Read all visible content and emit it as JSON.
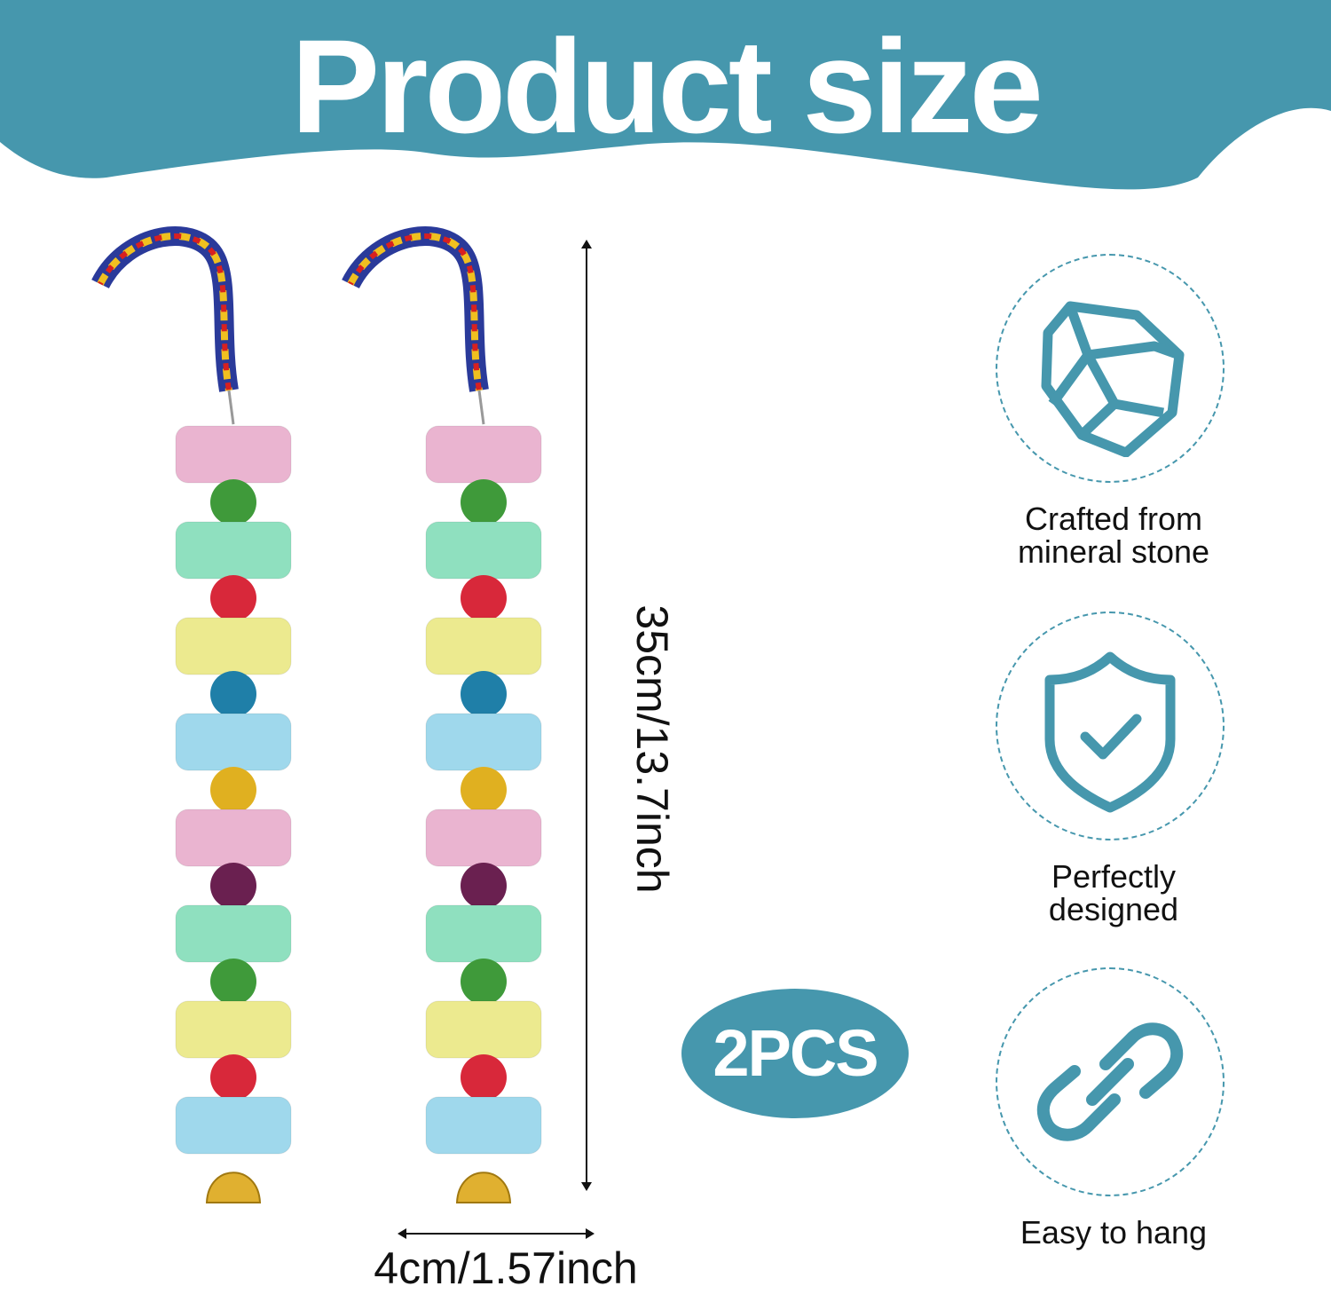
{
  "title": "Product size",
  "colors": {
    "accent": "#4697ad",
    "text": "#111111"
  },
  "dimensions": {
    "length": "35cm/13.7inch",
    "width": "4cm/1.57inch"
  },
  "quantity_badge": "2PCS",
  "features": [
    {
      "icon": "stone-icon",
      "label_line1": "Crafted from",
      "label_line2": "mineral stone"
    },
    {
      "icon": "shield-check-icon",
      "label_line1": "Perfectly",
      "label_line2": "designed"
    },
    {
      "icon": "chain-link-icon",
      "label_line1": "Easy to hang",
      "label_line2": ""
    }
  ],
  "toy": {
    "stones": [
      "#eab4d0",
      "#8fe0bf",
      "#ecea8f",
      "#9fd8ec",
      "#eab4d0",
      "#8fe0bf",
      "#ecea8f",
      "#9fd8ec"
    ],
    "beads": [
      "#3f9a3a",
      "#d8283a",
      "#1f7fa8",
      "#e0b020",
      "#6a2050",
      "#3f9a3a",
      "#d8283a"
    ]
  }
}
